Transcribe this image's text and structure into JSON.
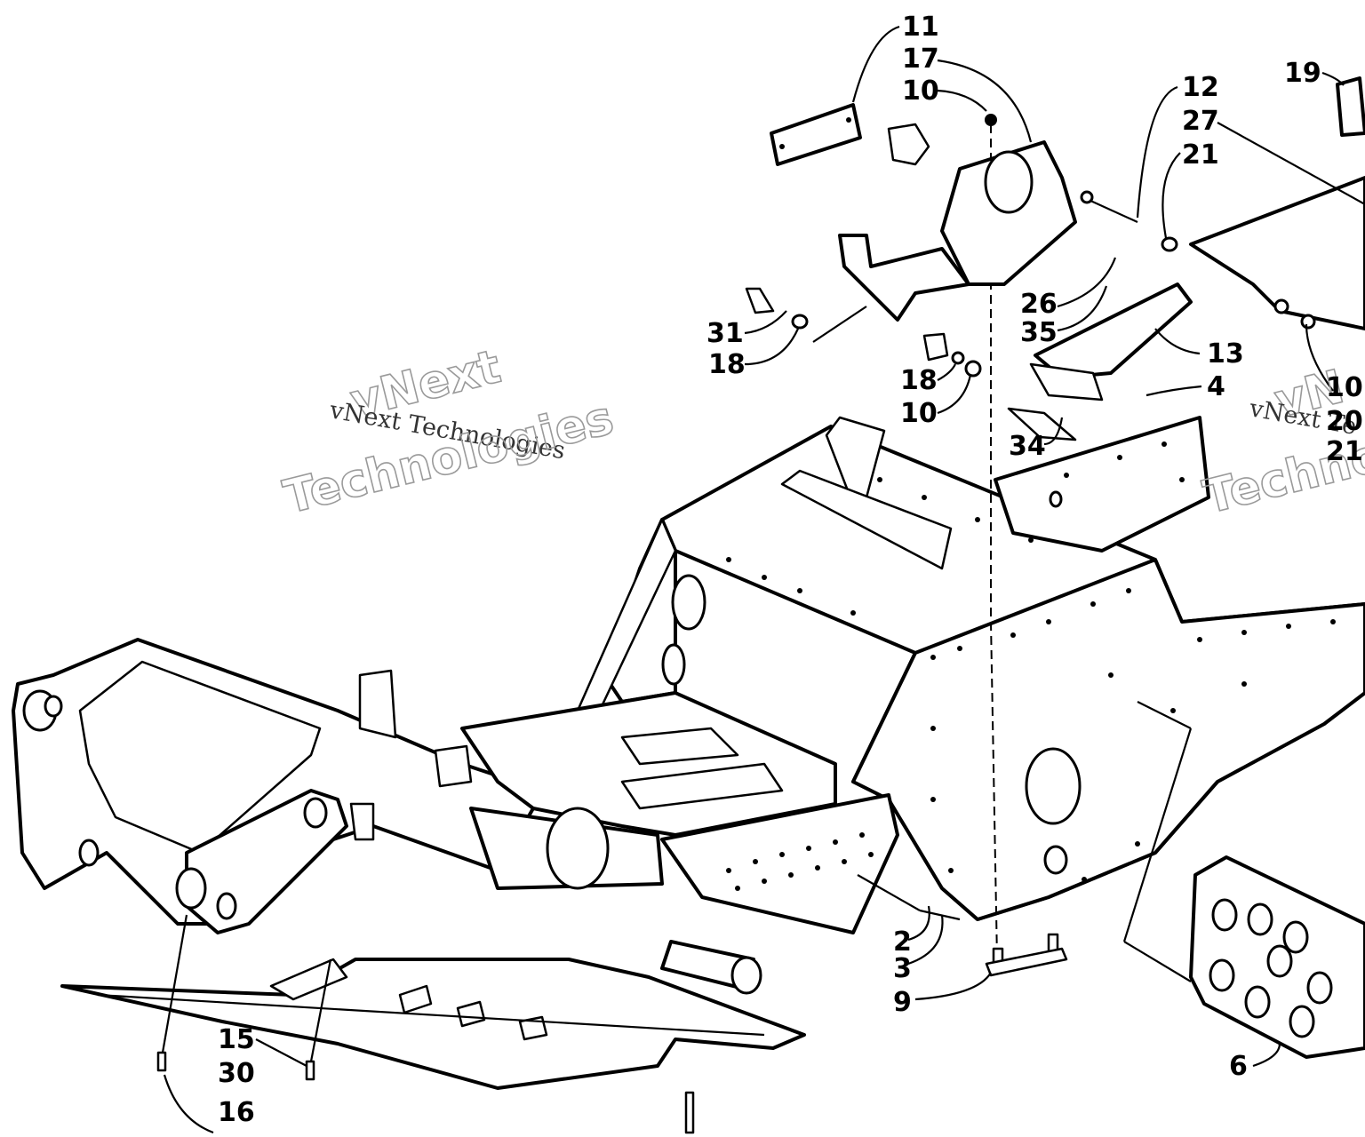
{
  "diagram": {
    "callouts": {
      "c11": "11",
      "c17": "17",
      "c10a": "10",
      "c19": "19",
      "c12": "12",
      "c27": "27",
      "c21a": "21",
      "c26": "26",
      "c35": "35",
      "c13": "13",
      "c4": "4",
      "c31": "31",
      "c18a": "18",
      "c18b": "18",
      "c10b": "10",
      "c34": "34",
      "c10c": "10",
      "c20": "20",
      "c21b": "21",
      "c2": "2",
      "c3": "3",
      "c9": "9",
      "c15": "15",
      "c30": "30",
      "c16": "16",
      "c6": "6"
    },
    "watermarks": {
      "w1_top": "vNext",
      "w1_mid": "vNext Technologies",
      "w1_bottom": "Technologies",
      "w2_top": "vN",
      "w2_mid": "vNext Te",
      "w2_bottom": "Techno"
    }
  }
}
